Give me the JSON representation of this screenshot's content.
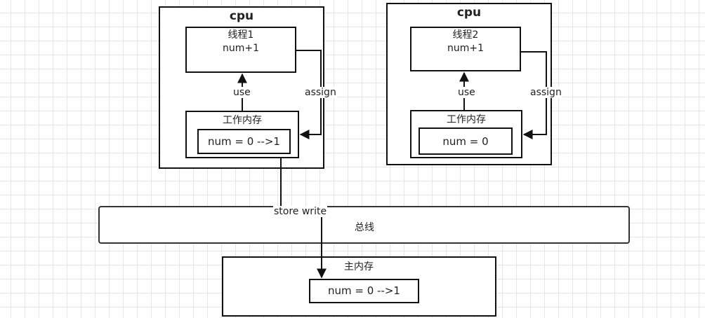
{
  "cpu1": {
    "title": "cpu",
    "thread_name": "线程1",
    "thread_op": "num+1",
    "use_label": "use",
    "assign_label": "assign",
    "work_memory_label": "工作内存",
    "work_memory_value": "num = 0 -->1"
  },
  "cpu2": {
    "title": "cpu",
    "thread_name": "线程2",
    "thread_op": "num+1",
    "use_label": "use",
    "assign_label": "assign",
    "work_memory_label": "工作内存",
    "work_memory_value": "num = 0"
  },
  "bus": {
    "label": "总线",
    "store_write_label": "store write"
  },
  "main_memory": {
    "label": "主内存",
    "value": "num = 0 -->1"
  }
}
